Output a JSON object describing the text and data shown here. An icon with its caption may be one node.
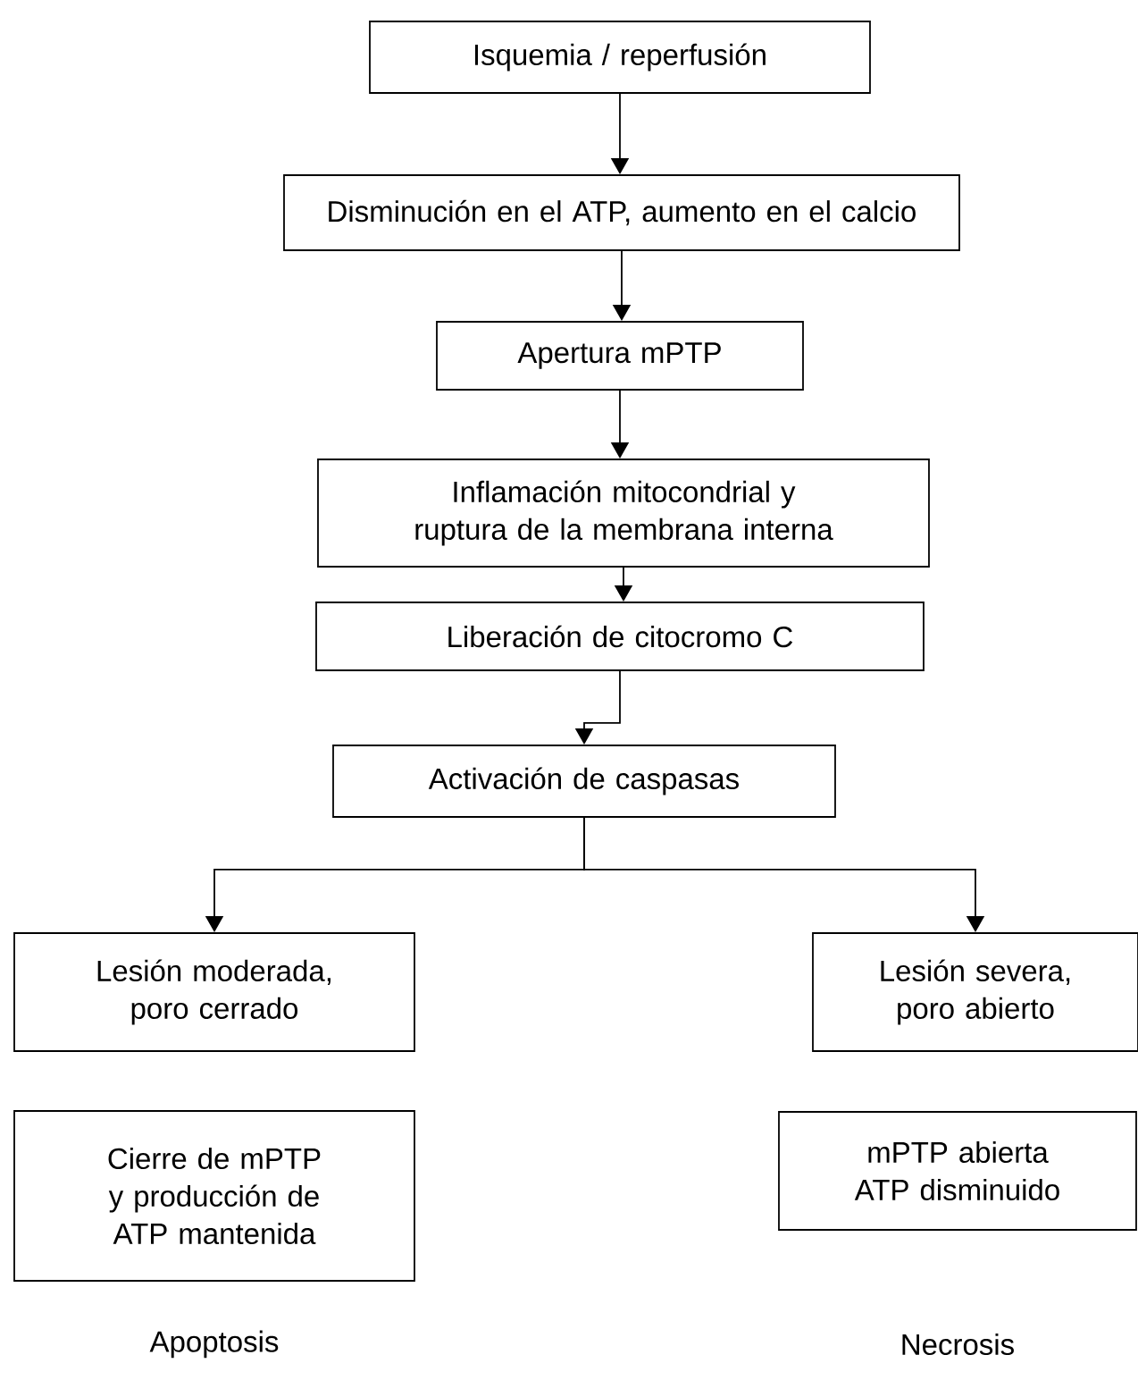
{
  "diagram": {
    "nodes": [
      {
        "text": [
          "Isquemia / reperfusión"
        ]
      },
      {
        "text": [
          "Disminución en el ATP, aumento en el calcio"
        ]
      },
      {
        "text": [
          "Apertura mPTP"
        ]
      },
      {
        "text": [
          "Inflamación mitocondrial y ruptura de la membrana interna"
        ]
      },
      {
        "text": [
          "Liberación de citocromo C"
        ]
      },
      {
        "text": [
          "Activación de caspasas"
        ]
      },
      {
        "text": [
          "Lesión moderada, poro cerrado"
        ]
      },
      {
        "text": [
          "Lesión severa, poro abierto"
        ]
      },
      {
        "text": [
          "Cierre de mPTP y producción de ATP mantenida"
        ]
      },
      {
        "text": [
          "mPTP abierta ATP disminuido"
        ]
      }
    ],
    "edges": [
      {
        "from": 0,
        "to": 1,
        "arrow": "to"
      },
      {
        "from": 1,
        "to": 2,
        "arrow": "to"
      },
      {
        "from": 2,
        "to": 3,
        "arrow": "to"
      },
      {
        "from": 3,
        "to": 4,
        "arrow": "to"
      },
      {
        "from": 4,
        "to": 5,
        "arrow": "to"
      },
      {
        "from": 5,
        "to": 6,
        "arrow": "to"
      },
      {
        "from": 5,
        "to": 7,
        "arrow": "to"
      }
    ],
    "labels": [
      "Apoptosis",
      "Necrosis"
    ]
  }
}
